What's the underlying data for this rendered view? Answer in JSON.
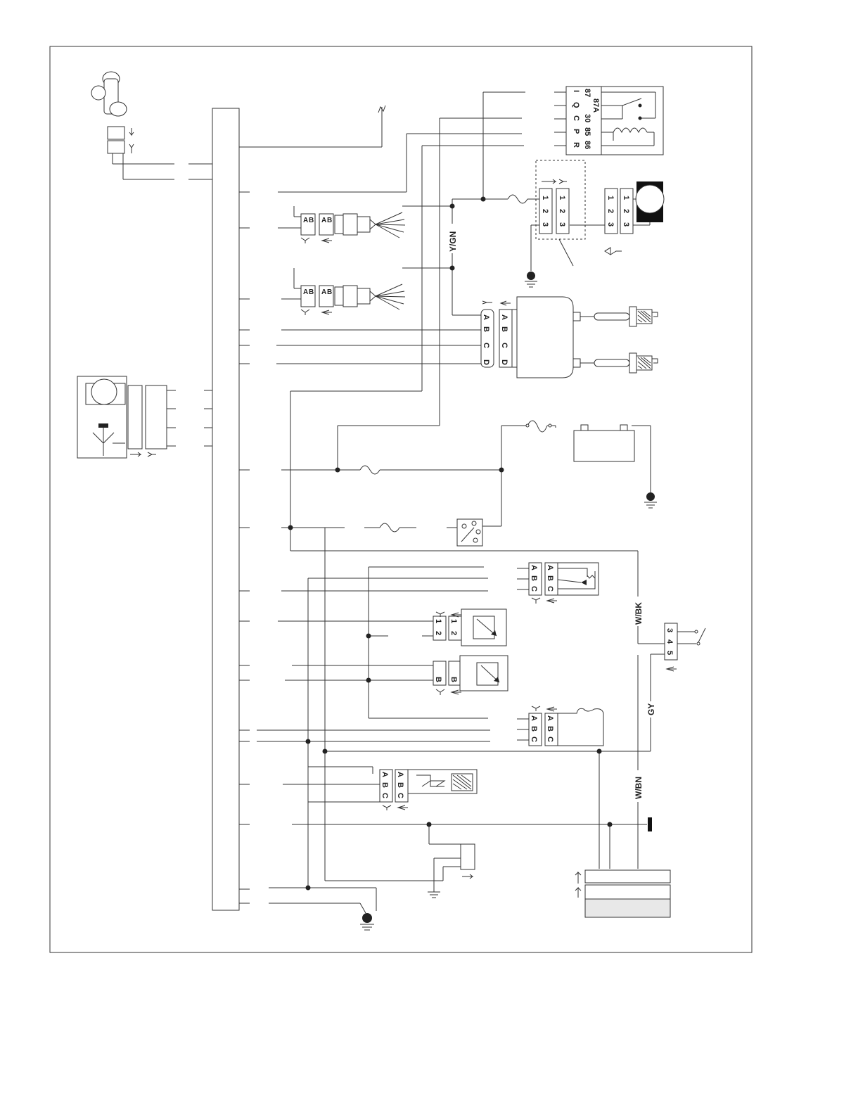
{
  "wire_labels": {
    "ygn": "Y/GN",
    "wbk": "W/BK",
    "gy": "GY",
    "wbn": "W/BN"
  },
  "relay": {
    "pins_left": [
      "I",
      "Q",
      "C",
      "P",
      "R"
    ],
    "pins_right": [
      "87",
      "87A",
      "30",
      "85",
      "86"
    ]
  },
  "connector_pins": {
    "ab": [
      "A",
      "B"
    ],
    "abc": [
      "A",
      "B",
      "C"
    ],
    "abcd": [
      "A",
      "B",
      "C",
      "D"
    ],
    "p12": [
      "1",
      "2"
    ],
    "p123": [
      "1",
      "2",
      "3"
    ],
    "p345": [
      "3",
      "4",
      "5"
    ],
    "b": "B"
  },
  "colors": {
    "line": "#333333",
    "fill_shade": "#e8e8e8"
  }
}
